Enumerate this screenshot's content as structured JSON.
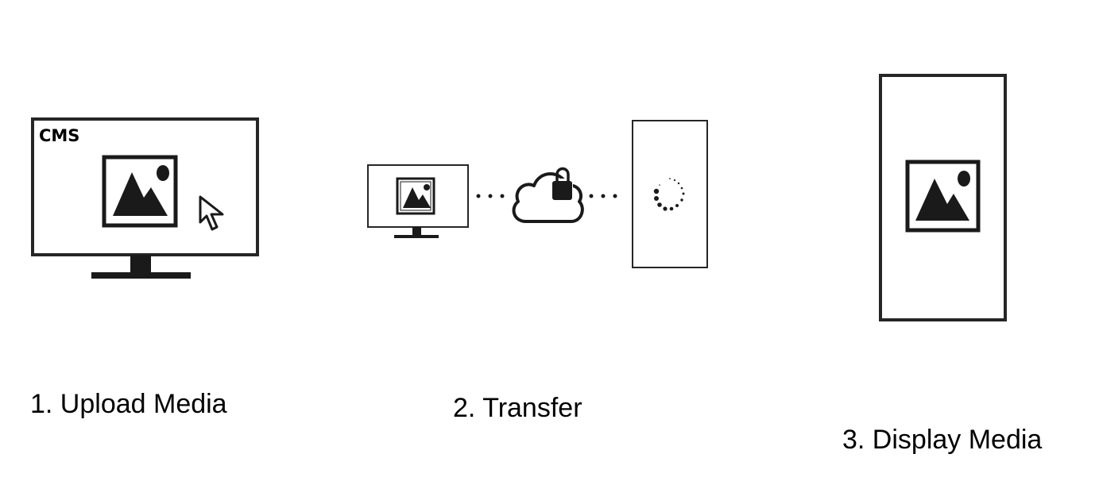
{
  "steps": [
    {
      "label": "1. Upload Media",
      "monitor_text": "CMS"
    },
    {
      "label": "2. Transfer"
    },
    {
      "label": "3. Display Media"
    }
  ],
  "colors": {
    "stroke": "#262626",
    "fill": "#1a1a1a",
    "background": "#ffffff"
  },
  "icons": [
    "monitor-icon",
    "image-icon",
    "cursor-icon",
    "cloud-lock-icon",
    "loading-spinner-icon",
    "portrait-display-icon"
  ]
}
